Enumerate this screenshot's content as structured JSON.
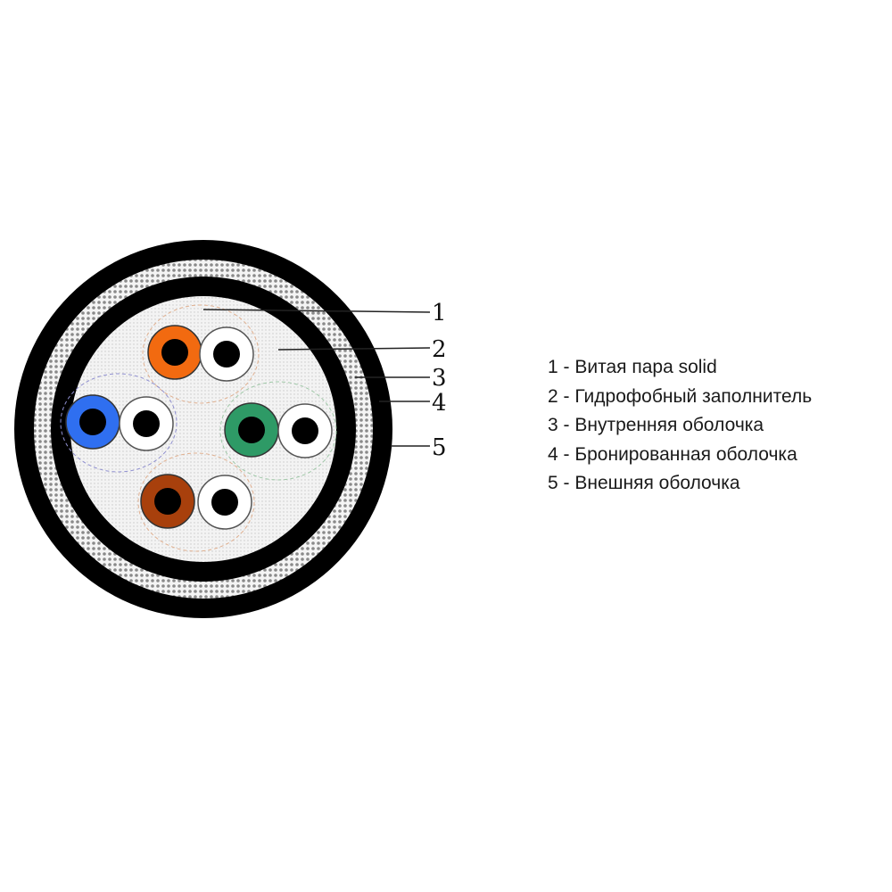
{
  "diagram": {
    "callouts": [
      "1",
      "2",
      "3",
      "4",
      "5"
    ],
    "legend": [
      "1 - Витая пара solid",
      "2 - Гидрофобный заполнитель",
      "3 - Внутренняя оболочка",
      "4 - Бронированная оболочка",
      "5 - Внешняя оболочка"
    ],
    "colors": {
      "sheath": "#000000",
      "armor": "#d8d8d8",
      "filler": "#eeeeee",
      "pair_orange": "#f26a10",
      "pair_blue": "#2f6ff0",
      "pair_green": "#2e9a66",
      "pair_brown": "#a8400c",
      "white_insulation": "#ffffff"
    }
  }
}
